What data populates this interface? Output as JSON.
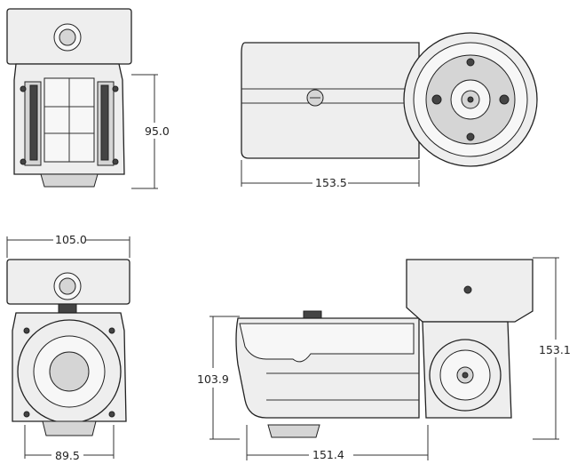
{
  "dimensions": {
    "top_left_height": "95.0",
    "top_right_length": "153.5",
    "bottom_left_width": "105.0",
    "bottom_left_base": "89.5",
    "bottom_right_height": "103.9",
    "bottom_right_length": "151.4",
    "bottom_right_total_height": "153.1"
  }
}
